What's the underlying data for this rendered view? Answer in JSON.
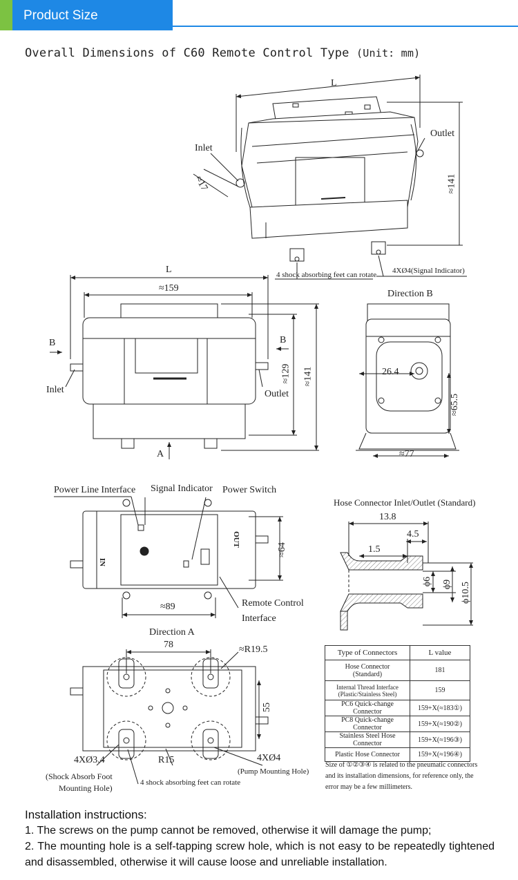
{
  "header": {
    "title": "Product Size"
  },
  "doc_title": {
    "main": "Overall Dimensions of C60 Remote Control Type",
    "unit": "(Unit: mm)"
  },
  "iso_view": {
    "length_label": "L",
    "inlet": "Inlet",
    "outlet": "Outlet",
    "dim_17": "≈17",
    "dim_141": "≈141",
    "feet_note": "4 shock absorbing feet can rotate",
    "signal_holes": "4XØ4(Signal Indicator)"
  },
  "front_view": {
    "length_label": "L",
    "dim_159": "≈159",
    "dim_129": "≈129",
    "dim_141": "≈141",
    "b_left": "B",
    "b_right": "B",
    "arrow_a": "A",
    "inlet": "Inlet",
    "outlet": "Outlet"
  },
  "direction_b": {
    "title": "Direction B",
    "dim_264": "26.4",
    "dim_655": "≈65.5",
    "dim_77": "≈77"
  },
  "top_view": {
    "power_line": "Power Line Interface",
    "signal": "Signal Indicator",
    "power_switch": "Power Switch",
    "remote1": "Remote Control",
    "remote2": "Interface",
    "dim_64": "≈64",
    "dim_89": "≈89",
    "in_mark": "IN",
    "out_mark": "OUT"
  },
  "hose": {
    "title": "Hose Connector Inlet/Outlet (Standard)",
    "d138": "13.8",
    "d45": "4.5",
    "d15": "1.5",
    "phi6": "ϕ6",
    "phi9": "ϕ9",
    "phi105": "ϕ10.5"
  },
  "direction_a": {
    "title": "Direction A",
    "d78": "78",
    "r195": "≈R19.5",
    "d55": "55",
    "holes34": "4XØ3.4",
    "r15": "R15",
    "holes4": "4XØ4",
    "shock1": "(Shock Absorb Foot",
    "shock2": "Mounting Hole)",
    "feet_note": "4 shock absorbing feet can rotate",
    "pump_mount": "(Pump Mounting Hole)"
  },
  "table": {
    "headers": [
      "Type of Connectors",
      "L value"
    ],
    "rows": [
      {
        "type1": "Hose Connector",
        "type2": "(Standard)",
        "value": "181"
      },
      {
        "type1": "Internal Thread Interface",
        "type2": "(Plastic/Stainless Steel)",
        "value": "159"
      },
      {
        "type1": "PC6 Quick-change Connector",
        "type2": "",
        "value": "159+X(≈183①)"
      },
      {
        "type1": "PC8 Quick-change Connector",
        "type2": "",
        "value": "159+X(≈190②)"
      },
      {
        "type1": "Stainless Steel Hose Connector",
        "type2": "",
        "value": "159+X(≈196③)"
      },
      {
        "type1": "Plastic Hose Connector",
        "type2": "",
        "value": "159+X(≈196④)"
      }
    ]
  },
  "table_note": "Size of ①②③④ is related to the pneumatic connectors and its installation dimensions, for reference only, the error may be a few millimeters.",
  "installation": {
    "title": "Installation instructions:",
    "items": [
      "1. The screws on the pump cannot be removed, otherwise it will damage the pump;",
      "2. The mounting hole is a self-tapping screw hole, which is not easy to be repeatedly tightened and disassembled, otherwise it will cause loose and unreliable installation."
    ]
  }
}
